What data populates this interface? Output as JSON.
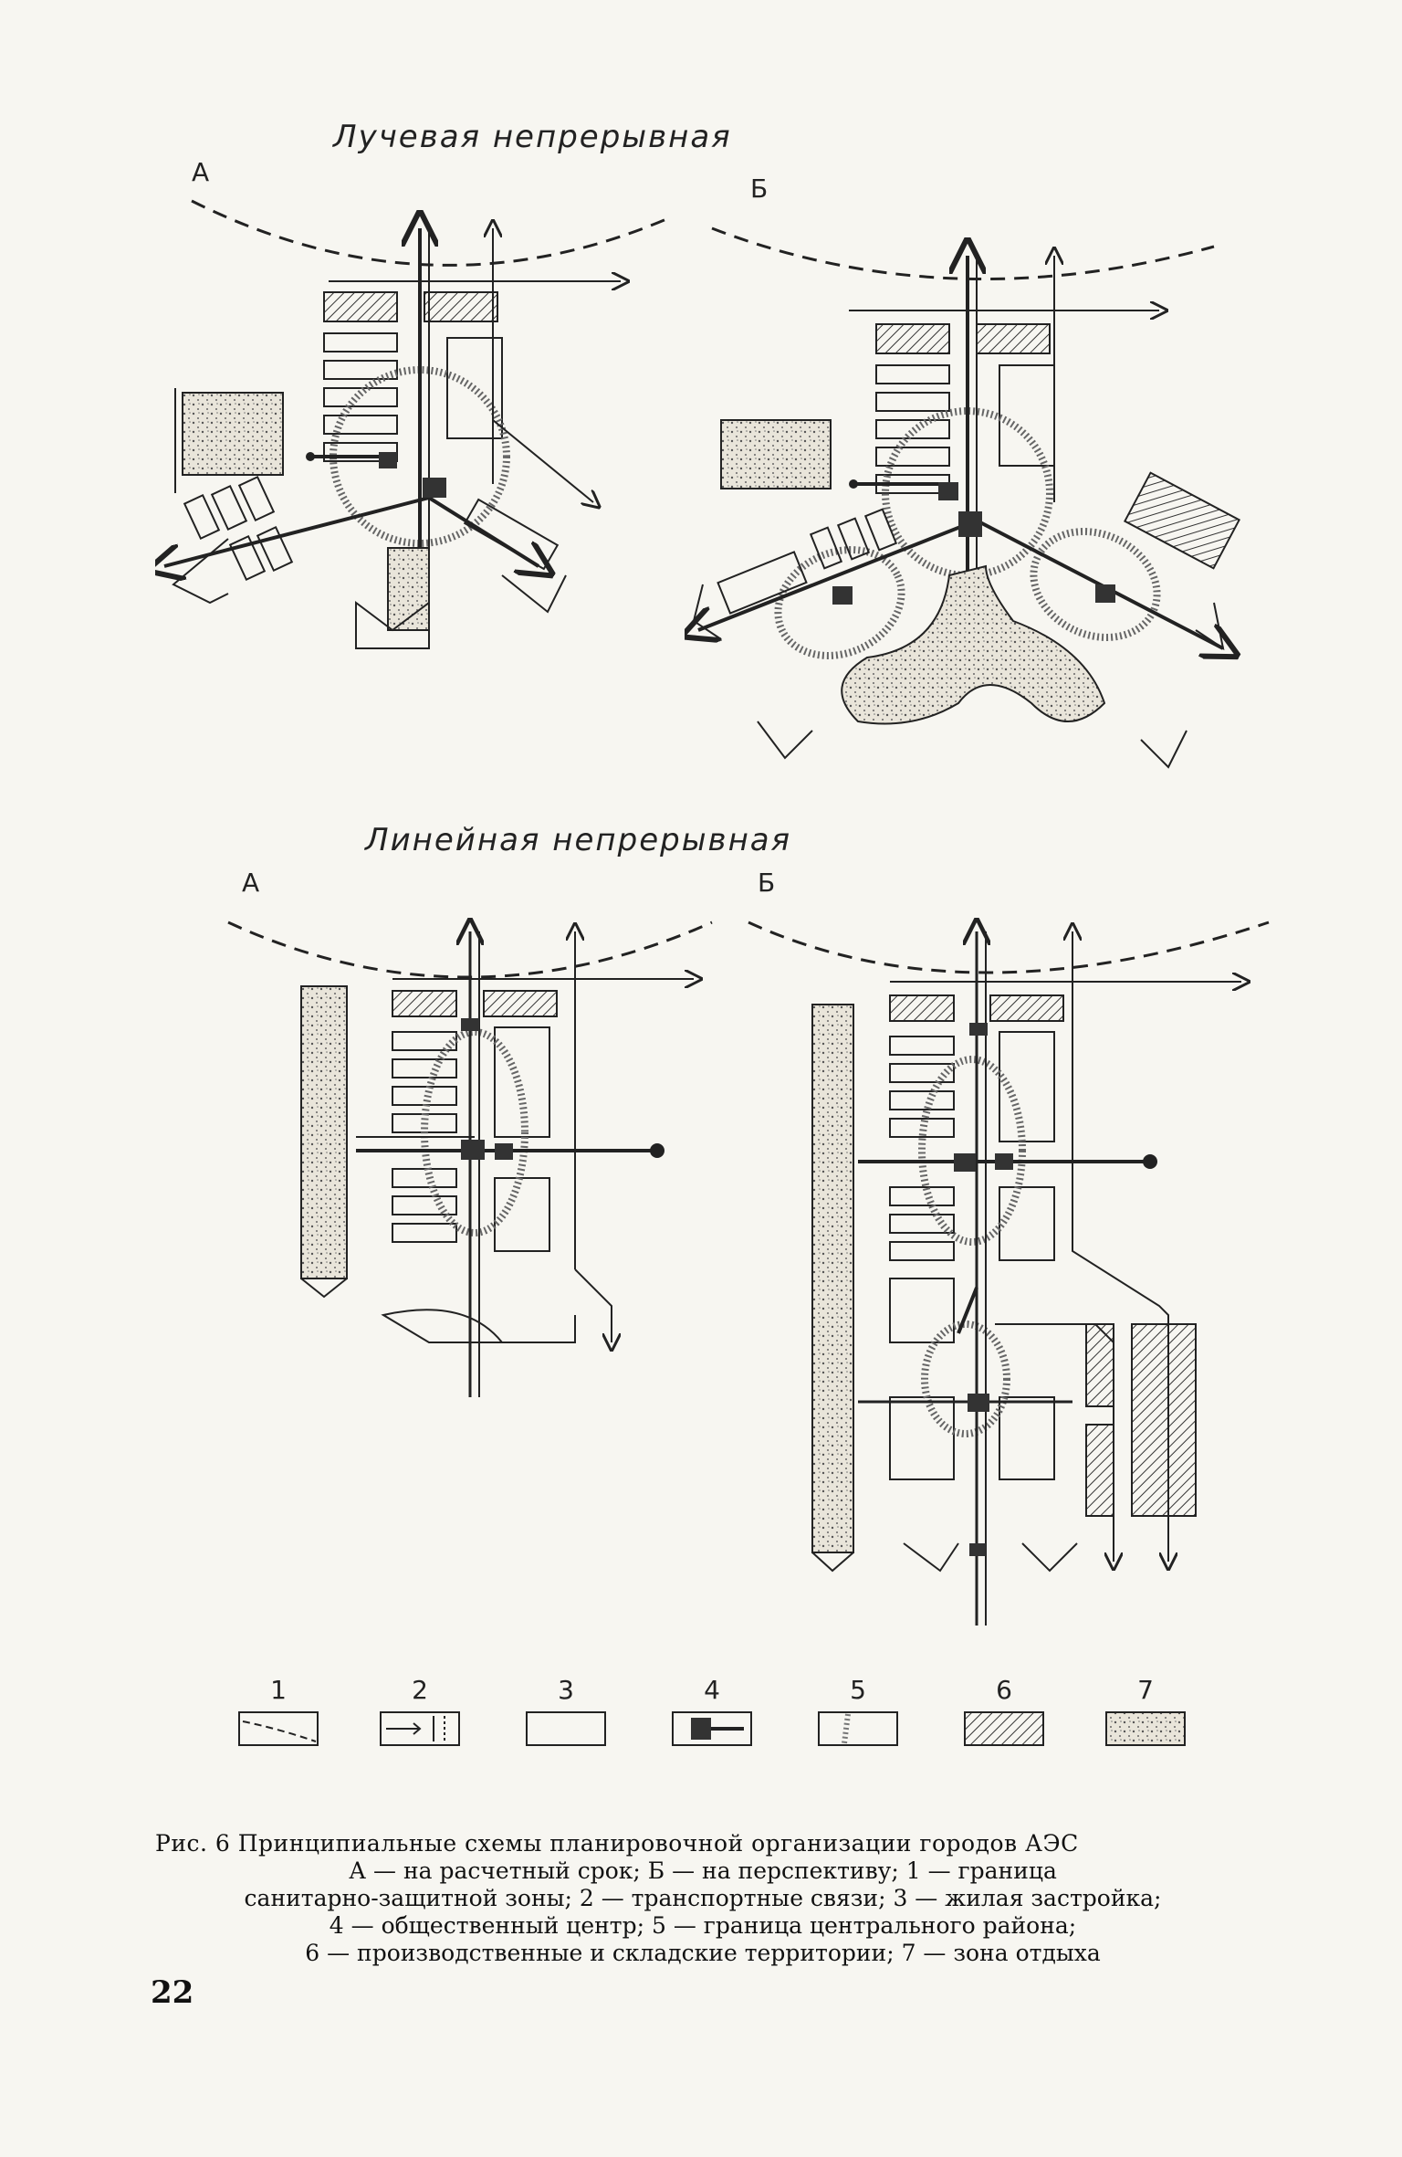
{
  "sections": {
    "radial": {
      "title": "Лучевая   непрерывная",
      "label_a": "А",
      "label_b": "Б"
    },
    "linear": {
      "title": "Линейная   непрерывная",
      "label_a": "А",
      "label_b": "Б"
    }
  },
  "legend": [
    {
      "num": "1",
      "icon": "sanitary-zone-boundary-icon"
    },
    {
      "num": "2",
      "icon": "transport-links-icon"
    },
    {
      "num": "3",
      "icon": "residential-building-icon"
    },
    {
      "num": "4",
      "icon": "public-center-icon"
    },
    {
      "num": "5",
      "icon": "central-district-boundary-icon"
    },
    {
      "num": "6",
      "icon": "industrial-territory-icon"
    },
    {
      "num": "7",
      "icon": "recreation-zone-icon"
    }
  ],
  "caption": {
    "line1": "Рис. 6  Принципиальные схемы планировочной организации городов АЭС",
    "line2": "А — на расчетный срок; Б — на перспективу; 1 — граница",
    "line3": "санитарно-защитной зоны; 2 — транспортные связи; 3 — жилая застройка;",
    "line4": "4 — общественный центр; 5 — граница центрального района;",
    "line5": "6 — производственные и складские территории; 7 — зона отдыха"
  },
  "page_number": "22",
  "colors": {
    "ink": "#222222",
    "paper": "#f7f6f1",
    "stipple": "#c9c4b6"
  }
}
